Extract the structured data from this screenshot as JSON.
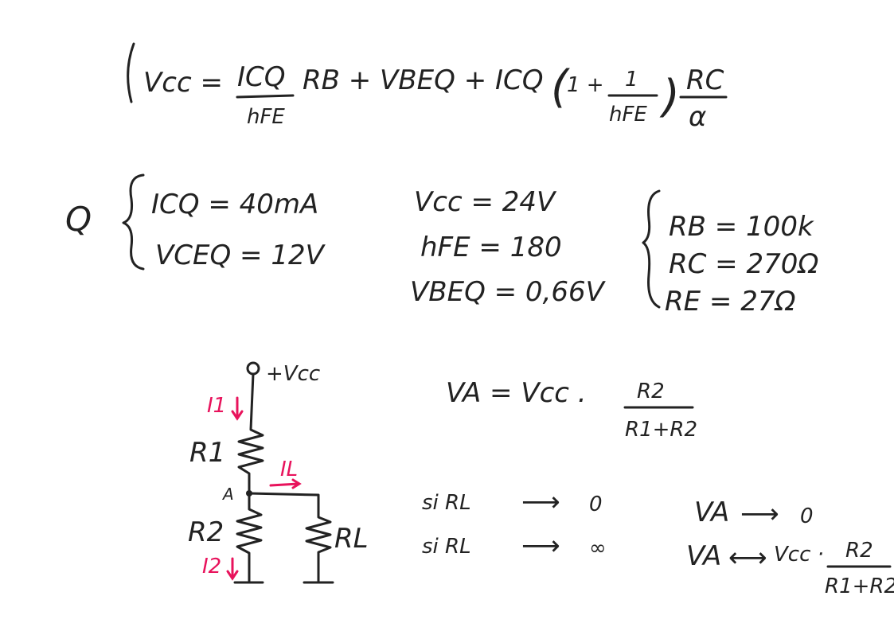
{
  "equation": {
    "lhs": "Vcc =",
    "term1_num": "ICQ",
    "term1_den": "hFE",
    "term1_tail": "RB + VBEQ + ICQ",
    "paren_open": "(",
    "one_plus": "1 +",
    "inner_num": "1",
    "inner_den": "hFE",
    "paren_close": ")",
    "rc_num": "RC",
    "rc_den": "α"
  },
  "q_label": "Q",
  "quiescent": {
    "icq": "ICQ = 40mA",
    "vceq": "VCEQ = 12V"
  },
  "params": {
    "vcc": "Vcc = 24V",
    "hfe": "hFE = 180",
    "vbeq": "VBEQ = 0,66V"
  },
  "resistors": {
    "rb": "RB = 100k",
    "rc": "RC = 270Ω",
    "re": "RE = 27Ω"
  },
  "circuit": {
    "vcc": "+Vcc",
    "i1": "I1",
    "i2": "I2",
    "il": "IL",
    "r1": "R1",
    "r2": "R2",
    "rl": "RL",
    "node": "A"
  },
  "va_formula": {
    "lhs": "VA = Vcc .",
    "num": "R2",
    "den": "R1+R2"
  },
  "cases": [
    {
      "cond": "si  RL",
      "arrow": "⟶",
      "limit": "0"
    },
    {
      "cond": "si  RL",
      "arrow": "⟶",
      "limit": "∞"
    }
  ],
  "results": [
    {
      "lhs": "VA",
      "arrow": "⟶",
      "rhs": "0"
    },
    {
      "lhs": "VA",
      "arrow": "⟷",
      "rhs": "Vcc ·",
      "num": "R2",
      "den": "R1+R2"
    }
  ],
  "colors": {
    "ink": "#222222",
    "highlight": "#e8135c"
  }
}
